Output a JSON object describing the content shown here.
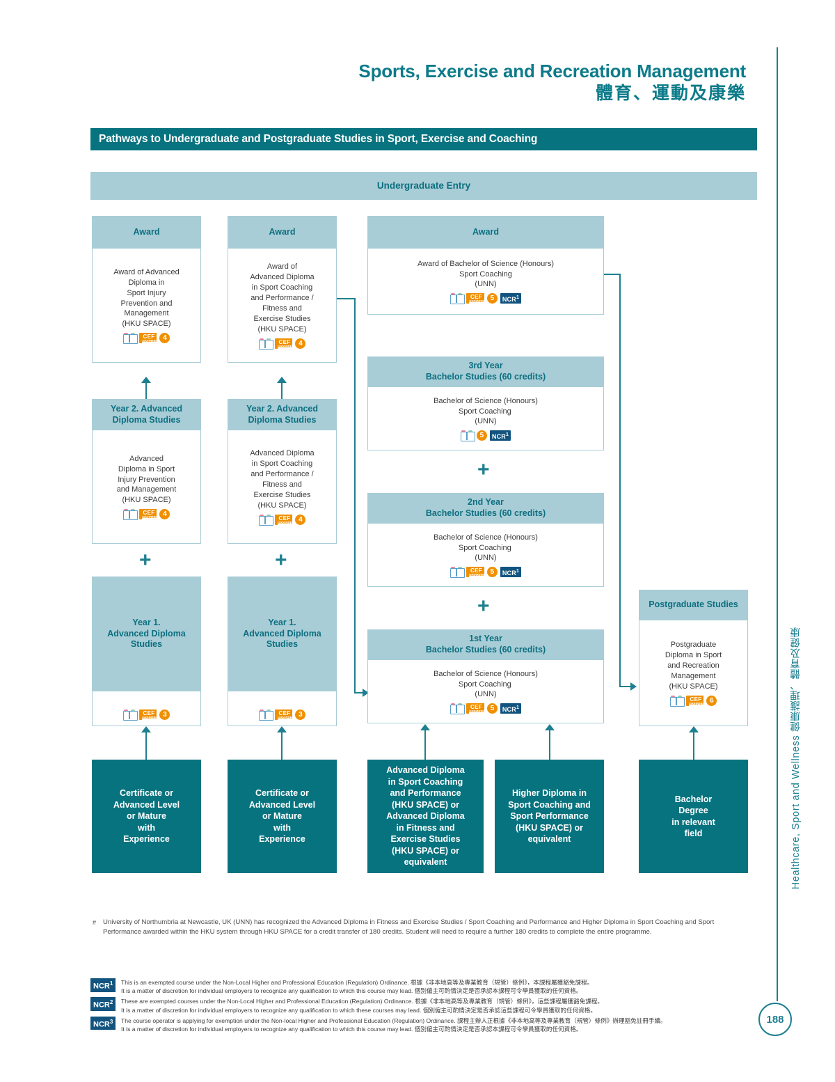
{
  "header": {
    "title_en": "Sports, Exercise and Recreation Management",
    "title_zh": "體育、運動及康樂",
    "band": "Pathways to Undergraduate and Postgraduate Studies in Sport, Exercise and Coaching",
    "accent_teal": "#07737f",
    "accent_light": "#a8cdd6",
    "accent_orange": "#f09000",
    "accent_navy": "#12547f"
  },
  "entry_banner": "Undergraduate Entry",
  "columns": {
    "col1": {
      "award_header": "Award",
      "award_body": "Award of Advanced\nDiploma in\nSport Injury\nPrevention and\nManagement\n(HKU SPACE)",
      "award_badges": {
        "cef": "CEF",
        "cef_sub": "Modules",
        "level": "4"
      },
      "year2_header": "Year 2. Advanced\nDiploma Studies",
      "year2_body": "Advanced\nDiploma in Sport\nInjury Prevention\nand Management\n(HKU SPACE)",
      "year2_badges": {
        "cef": "CEF",
        "cef_sub": "Modules",
        "level": "4"
      },
      "year1_header": "Year 1.\nAdvanced Diploma\nStudies",
      "year1_badges": {
        "cef": "CEF",
        "cef_sub": "Modules",
        "level": "3"
      },
      "entry": "Certificate or\nAdvanced Level\nor Mature\nwith\nExperience"
    },
    "col2": {
      "award_header": "Award",
      "award_body": "Award of\nAdvanced Diploma\nin Sport Coaching\nand Performance /\nFitness and\nExercise Studies\n(HKU SPACE)",
      "award_badges": {
        "cef": "CEF",
        "cef_sub": "Modules",
        "level": "4"
      },
      "year2_header": "Year 2. Advanced\nDiploma Studies",
      "year2_body": "Advanced Diploma\nin Sport Coaching\nand Performance /\nFitness and\nExercise Studies\n(HKU SPACE)",
      "year2_badges": {
        "cef": "CEF",
        "cef_sub": "Modules",
        "level": "4"
      },
      "year1_header": "Year 1.\nAdvanced Diploma\nStudies",
      "year1_badges": {
        "cef": "CEF",
        "cef_sub": "Modules",
        "level": "3"
      },
      "entry": "Certificate or\nAdvanced Level\nor Mature\nwith\nExperience"
    },
    "col3": {
      "award_header": "Award",
      "award_body": "Award of Bachelor of Science (Honours)\nSport Coaching\n(UNN)",
      "award_badges": {
        "cef": "CEF",
        "cef_sub": "Modules",
        "level": "5",
        "ncr": "NCR",
        "ncr_sup": "1"
      },
      "y3_header": "3rd Year\nBachelor Studies (60 credits)",
      "y3_body": "Bachelor of Science (Honours)\nSport Coaching \n(UNN)",
      "y3_badges": {
        "level": "5",
        "ncr": "NCR",
        "ncr_sup": "1"
      },
      "y2_header": "2nd Year\nBachelor Studies (60 credits)",
      "y2_body": "Bachelor of Science (Honours)\nSport Coaching \n(UNN)",
      "y2_badges": {
        "cef": "CEF",
        "cef_sub": "Modules",
        "level": "5",
        "ncr": "NCR",
        "ncr_sup": "1"
      },
      "y1_header": "1st Year\nBachelor Studies (60 credits)",
      "y1_body": "Bachelor of Science (Honours)\nSport Coaching \n(UNN)",
      "y1_badges": {
        "cef": "CEF",
        "cef_sub": "Modules",
        "level": "5",
        "ncr": "NCR",
        "ncr_sup": "1"
      },
      "entry_a": "Advanced Diploma\nin Sport Coaching\nand Performance\n(HKU SPACE) or\nAdvanced Diploma\nin Fitness and\nExercise Studies\n(HKU SPACE) or\nequivalent",
      "entry_b": "Higher Diploma in\nSport Coaching and\nSport Performance\n(HKU SPACE) or\nequivalent"
    },
    "col4": {
      "pg_header": "Postgraduate Studies",
      "pg_body": "Postgraduate\nDiploma in Sport\nand Recreation\nManagement\n(HKU SPACE)",
      "pg_badges": {
        "cef": "CEF",
        "cef_sub": "Modules",
        "level": "6"
      },
      "entry": "Bachelor\nDegree\nin relevant\nfield"
    }
  },
  "plus_symbol": "+",
  "footnote": {
    "mark": "#",
    "text": "University of Northumbria at Newcastle, UK (UNN) has recognized the Advanced Diploma in Fitness and Exercise Studies / Sport Coaching and Performance and Higher Diploma in Sport Coaching and Sport Performance awarded within the HKU system through HKU SPACE for a credit transfer of 180 credits. Student will need to require a further 180 credits to complete the entire programme."
  },
  "ncr_notes": [
    {
      "tag": "NCR",
      "sup": "1",
      "line1": "This is an exempted course under the Non-Local Higher and Professional Education (Regulation) Ordinance. 根據《非本地高等及專業教育（規管）條例》，本課程屬獲豁免課程。",
      "line2": "It is a matter of discretion for individual employers to recognize any qualification to which this course may lead. 個別僱主可酌情決定是否承認本課程可令學員獲取的任何資格。"
    },
    {
      "tag": "NCR",
      "sup": "2",
      "line1": "These are exempted courses under the Non-Local Higher and Professional Education (Regulation) Ordinance. 根據《非本地高等及專業教育（規管）條例》，這些課程屬獲豁免課程。",
      "line2": "It is a matter of discretion for individual employers to recognize any qualification to which these courses may lead. 個別僱主可酌情決定是否承認這些課程可令學員獲取的任何資格。"
    },
    {
      "tag": "NCR",
      "sup": "3",
      "line1": "The course operator is applying for exemption under the Non-local Higher and Professional Education (Regulation) Ordinance. 課程主辦人正根據《非本地高等及專業教育（規管）條例》辦理豁免註冊手續。",
      "line2": "It is a matter of discretion for individual employers to recognize any qualification to which this course may lead. 個別僱主可酌情決定是否承認本課程可令學員獲取的任何資格。"
    }
  ],
  "rail_text": "Healthcare, Sport and Wellness  健康護理、體育及健康",
  "page_number": "188"
}
